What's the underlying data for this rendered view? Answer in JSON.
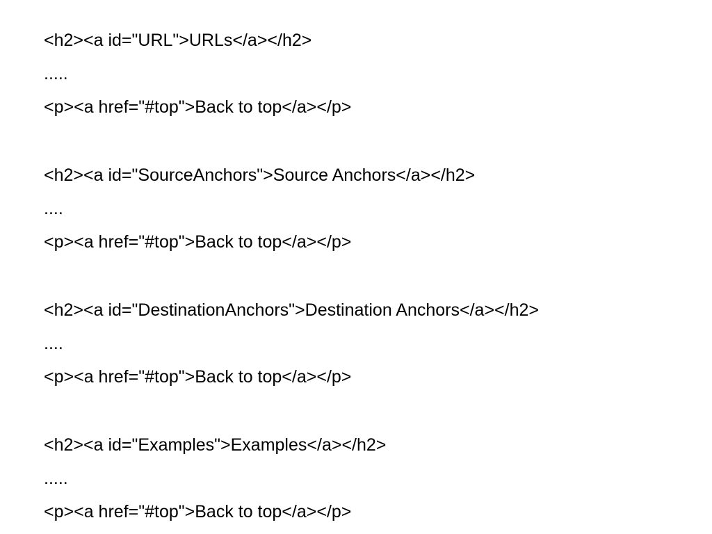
{
  "slide": {
    "sections": [
      {
        "heading": "<h2><a id=\"URL\">URLs</a></h2>",
        "ellipsis": ".....",
        "back_link": "<p><a href=\"#top\">Back to top</a></p>"
      },
      {
        "heading": "<h2><a id=\"SourceAnchors\">Source Anchors</a></h2>",
        "ellipsis": "....",
        "back_link": "<p><a href=\"#top\">Back to top</a></p>"
      },
      {
        "heading": "<h2><a id=\"DestinationAnchors\">Destination Anchors</a></h2>",
        "ellipsis": "....",
        "back_link": "<p><a href=\"#top\">Back to top</a></p>"
      },
      {
        "heading": "<h2><a id=\"Examples\">Examples</a></h2>",
        "ellipsis": ".....",
        "back_link": "<p><a href=\"#top\">Back to top</a></p>"
      }
    ]
  }
}
